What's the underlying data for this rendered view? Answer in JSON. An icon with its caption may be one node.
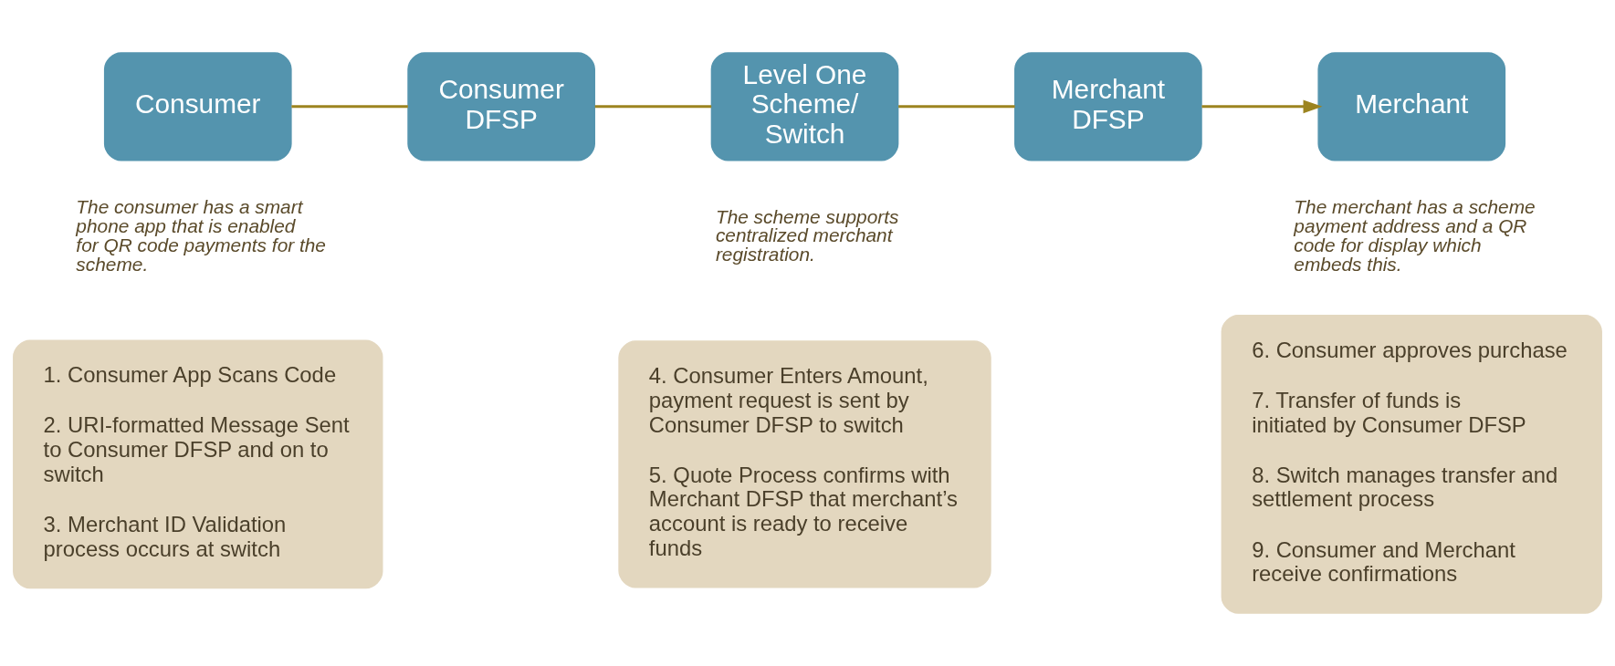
{
  "diagram": {
    "nodes": [
      {
        "text": [
          "Consumer"
        ],
        "beside": [
          "The consumer has a smart phone app that is enabled for QR code payments for the scheme."
        ]
      },
      {
        "text": [
          "Consumer DFSP"
        ]
      },
      {
        "text": [
          "Level One Scheme/ Switch"
        ],
        "beside": [
          "The scheme supports centralized merchant registration."
        ]
      },
      {
        "text": [
          "Merchant DFSP"
        ]
      },
      {
        "text": [
          "Merchant"
        ],
        "beside": [
          "The merchant has a scheme payment address and a QR code for display which embeds this."
        ]
      },
      {
        "text": [
          "1. Consumer App Scans Code",
          "2. URI-formatted Message Sent to Consumer DFSP and on to switch",
          "3. Merchant ID Validation process occurs at switch"
        ]
      },
      {
        "text": [
          "4. Consumer Enters Amount, payment request is sent by Consumer DFSP to switch",
          "5. Quote Process confirms with Merchant DFSP that merchant’s account is ready to receive funds"
        ]
      },
      {
        "text": [
          "6. Consumer approves purchase",
          "7. Transfer of funds is initiated by Consumer DFSP",
          "8. Switch manages transfer and settlement process",
          "9. Consumer and Merchant receive confirmations"
        ]
      }
    ],
    "edges": [
      {
        "from": 0,
        "to": 1,
        "arrow": "none"
      },
      {
        "from": 1,
        "to": 2,
        "arrow": "none"
      },
      {
        "from": 2,
        "to": 3,
        "arrow": "none"
      },
      {
        "from": 3,
        "to": 4,
        "arrow": "to"
      }
    ]
  }
}
